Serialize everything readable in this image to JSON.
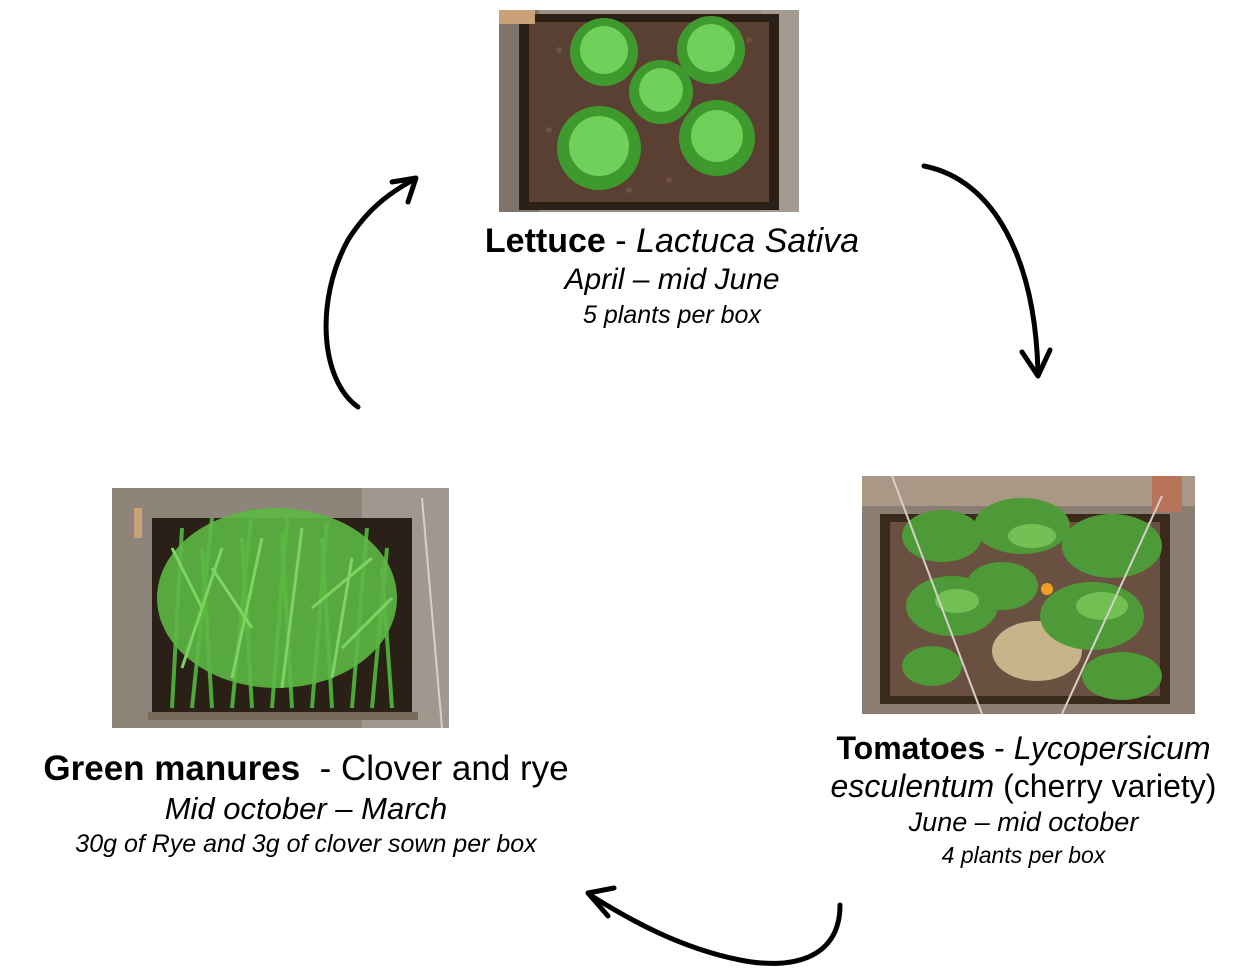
{
  "stages": {
    "lettuce": {
      "name": "Lettuce",
      "separator": " - ",
      "species": "Lactuca Sativa",
      "period": "April – mid June",
      "quantity": "5 plants per box"
    },
    "tomatoes": {
      "name": "Tomatoes",
      "separator": " - ",
      "species_part1": "Lycopersicum",
      "species_part2": "esculentum",
      "variety": " (cherry variety)",
      "period": "June – mid october",
      "quantity": "4 plants per box"
    },
    "green_manures": {
      "name": "Green manures",
      "separator": "  - ",
      "species": "Clover and rye",
      "period": "Mid october – March",
      "quantity": "30g of Rye and 3g of clover sown per box"
    }
  },
  "colors": {
    "arrow": "#000000",
    "soil": "#5a4032",
    "lettuce_green": "#4cb43a",
    "tomato_green": "#4e9a38",
    "rye_green": "#4fa83a",
    "frame_wood": "#3a2a1c",
    "gravel": "#8a8078"
  }
}
